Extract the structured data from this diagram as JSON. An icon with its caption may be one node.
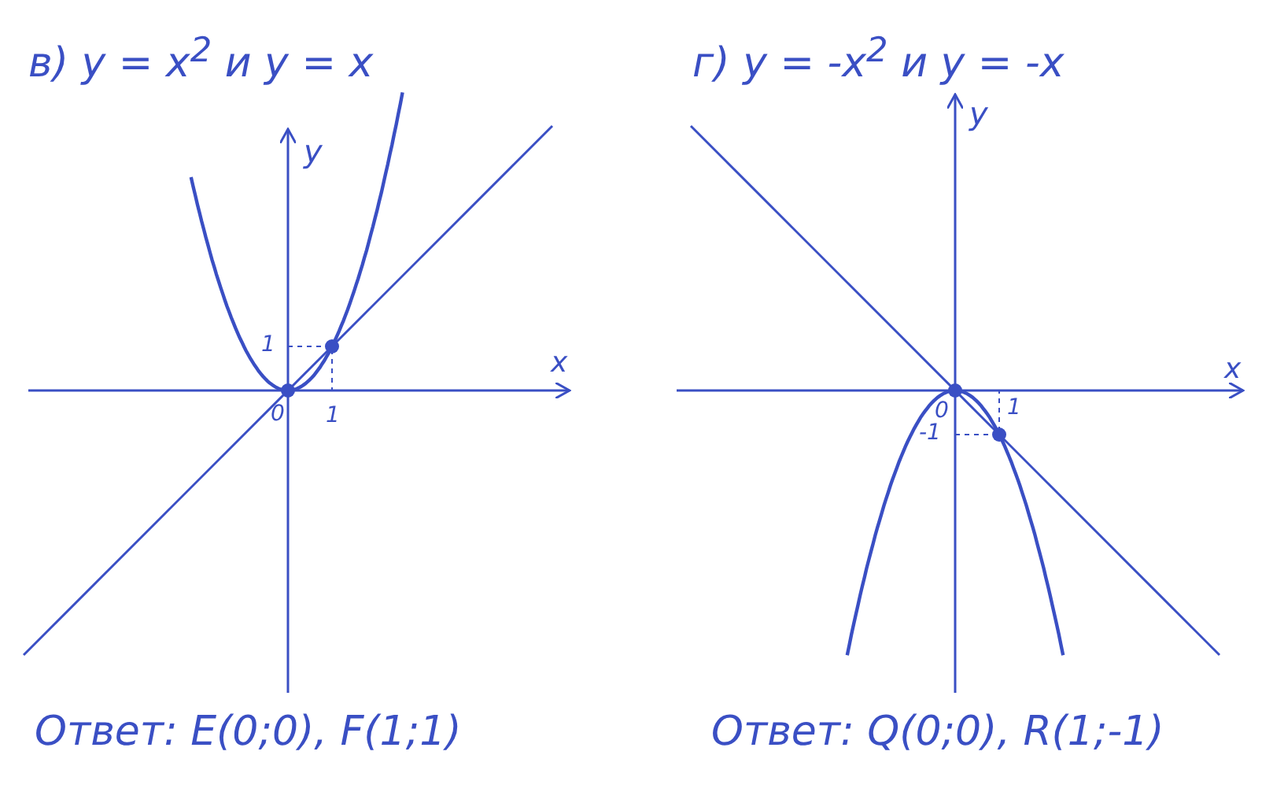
{
  "diagram": {
    "labels": [
      "в) y = x$^{2}$ и y = x",
      "г) y = -x$^{2}$ и y = -x",
      "y",
      "x",
      "1",
      "0",
      "1",
      "y",
      "x",
      "0",
      "1",
      "-1",
      "Ответ: E(0;0), F(1;1)",
      "Ответ: Q(0;0), R(1;-1)"
    ]
  }
}
